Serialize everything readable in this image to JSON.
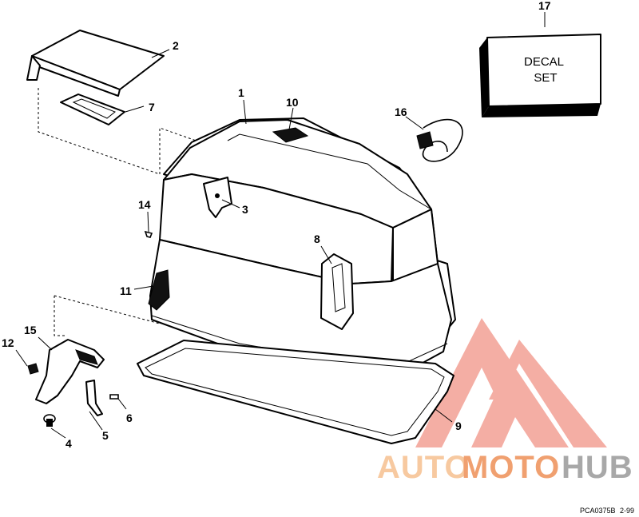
{
  "callouts": {
    "c1": "1",
    "c2": "2",
    "c3": "3",
    "c4": "4",
    "c5": "5",
    "c6": "6",
    "c7": "7",
    "c8": "8",
    "c9": "9",
    "c10": "10",
    "c11": "11",
    "c12": "12",
    "c14": "14",
    "c15": "15",
    "c16": "16",
    "c17": "17"
  },
  "decal_box": {
    "line1": "DECAL",
    "line2": "SET"
  },
  "watermark": {
    "part1": "AUTO",
    "part2": "MOTO",
    "part3": "HUB",
    "color_light": "#f7c9a0",
    "color_accent": "#f08a78",
    "color_dark": "#a8a8a8"
  },
  "footer": {
    "code": "PCA0375B",
    "date": "2-99"
  }
}
